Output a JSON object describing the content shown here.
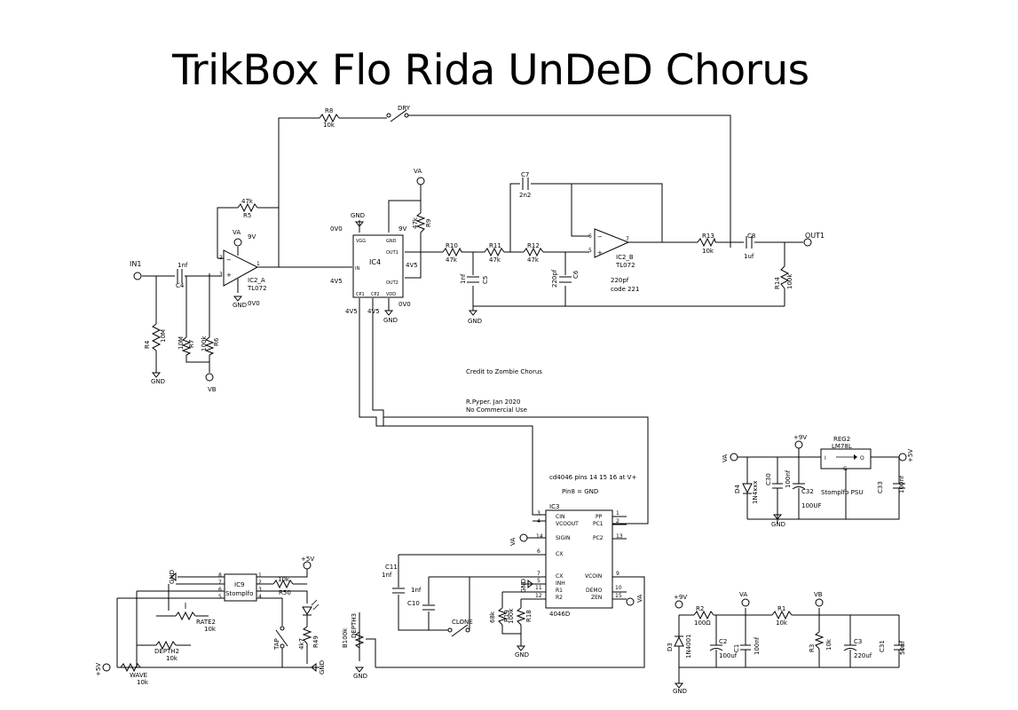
{
  "title": "TrikBox Flo Rida UnDeD Chorus",
  "notes": {
    "credit": "Credit to Zombie Chorus",
    "author": "R.Pyper. Jan 2020",
    "license": "No Commercial Use",
    "cd4046_pins": "cd4046 pins 14 15 16 at V+",
    "pin8": "Pin8 = GND",
    "c6_note1": "220pf",
    "c6_note2": "code 221"
  },
  "components": {
    "r8": {
      "ref": "R8",
      "value": "10k"
    },
    "r5": {
      "ref": "R5",
      "value": "47k"
    },
    "r9": {
      "ref": "R9",
      "value": "47k"
    },
    "r10": {
      "ref": "R10",
      "value": "47k"
    },
    "r11": {
      "ref": "R11",
      "value": "47k"
    },
    "r12": {
      "ref": "R12",
      "value": "47k"
    },
    "r13": {
      "ref": "R13",
      "value": "10k"
    },
    "r14": {
      "ref": "R14",
      "value": "100k"
    },
    "r4": {
      "ref": "R4",
      "value": "10M"
    },
    "r7": {
      "ref": "R7",
      "value": "10M"
    },
    "r6": {
      "ref": "R6",
      "value": "100k"
    },
    "r50": {
      "ref": "R50",
      "value": "10k"
    },
    "r49": {
      "ref": "R49",
      "value": "4k7"
    },
    "r19": {
      "ref": "R19",
      "value": "68k"
    },
    "r18": {
      "ref": "R18",
      "value": "100k"
    },
    "r2": {
      "ref": "R2",
      "value": "100Ω"
    },
    "r1": {
      "ref": "R1",
      "value": "10k"
    },
    "r3": {
      "ref": "R3",
      "value": "10k"
    },
    "c4": {
      "ref": "C4",
      "value": "1nf"
    },
    "c5": {
      "ref": "C5",
      "value": "1nf"
    },
    "c6": {
      "ref": "C6",
      "value": "220pf"
    },
    "c7": {
      "ref": "C7",
      "value": "2n2"
    },
    "c8": {
      "ref": "C8",
      "value": "1uf"
    },
    "c11": {
      "ref": "C11",
      "value": "1nf"
    },
    "c10": {
      "ref": "C10",
      "value": "1nf"
    },
    "c30": {
      "ref": "C30",
      "value": "100nf"
    },
    "c32": {
      "ref": "C32",
      "value": "100UF"
    },
    "c33": {
      "ref": "C33",
      "value": "100nf"
    },
    "c2": {
      "ref": "C2",
      "value": "100uf"
    },
    "c1": {
      "ref": "C1",
      "value": "100nf"
    },
    "c3": {
      "ref": "C3",
      "value": "220uf"
    },
    "c31": {
      "ref": "C31",
      "value": "50nf"
    },
    "ic2a": {
      "ref": "IC2_A",
      "value": "TL072"
    },
    "ic2b": {
      "ref": "IC2_B",
      "value": "TL072"
    },
    "ic4": {
      "ref": "IC4"
    },
    "ic3": {
      "ref": "IC3",
      "value": "4046D"
    },
    "ic9": {
      "ref": "IC9",
      "value": "Stomplfo"
    },
    "reg2": {
      "ref": "REG2",
      "value": "LM78L"
    },
    "d4": {
      "ref": "D4",
      "value": "1N4xxx"
    },
    "d3": {
      "ref": "D3",
      "value": "1N4001"
    },
    "rate2": {
      "ref": "RATE2",
      "value": "10k"
    },
    "depth2": {
      "ref": "DEPTH2",
      "value": "10k"
    },
    "wave": {
      "ref": "WAVE",
      "value": "10k"
    },
    "depth3": {
      "ref": "DEPTH3",
      "value": "B100k"
    },
    "dry": {
      "ref": "DRY"
    },
    "clone": {
      "ref": "CLONE"
    },
    "tap": {
      "ref": "TAP"
    }
  },
  "nets": {
    "in1": "IN1",
    "out1": "OUT1",
    "va": "VA",
    "vb": "VB",
    "gnd": "GND",
    "v9": "9V",
    "v0": "0V0",
    "v45": "4V5",
    "p9v": "+9V",
    "p5v": "+5V"
  },
  "ic4_pins": {
    "vgg": "VGG",
    "gnd": "GND",
    "out1": "OUT1",
    "in": "IN",
    "out2": "OUT2",
    "cp1": "CP1",
    "cp2": "CP2",
    "vdd": "VDD"
  },
  "ic3_pins": {
    "left": [
      "CIN",
      "VCOOUT",
      "SIGIN",
      "CX",
      "CX",
      "INH",
      "R1",
      "R2"
    ],
    "right": [
      "PP",
      "PC1",
      "PC2",
      "VCOIN",
      "DEMO",
      "ZEN"
    ]
  },
  "reg_pins": {
    "i": "I",
    "o": "O",
    "g": "G"
  },
  "psu_label": "Stomplfo PSU"
}
